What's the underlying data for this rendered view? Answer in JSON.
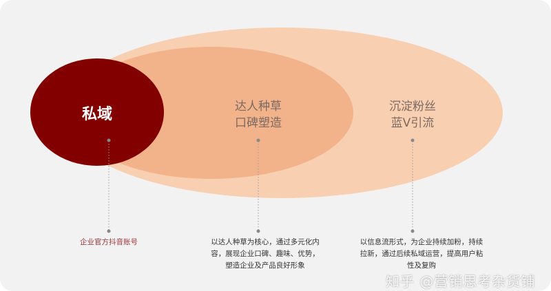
{
  "diagram": {
    "colors": {
      "outer": "#f8cfb0",
      "middle": "#f2b28a",
      "core": "#820000",
      "background": "#f2f2f2"
    },
    "core": {
      "title": "私域",
      "caption": "企业官方抖音账号"
    },
    "middle": {
      "title_line1": "达人种草",
      "title_line2": "口碑塑造",
      "caption_lines": [
        "以达人种草为核心，通过多元化内",
        "容，展现企业口碑、趣味、优势，",
        "塑造企业及产品良好形象"
      ]
    },
    "outer": {
      "title_line1": "沉淀粉丝",
      "title_line2": "蓝V引流",
      "caption_lines": [
        "以信息流形式，为企业持续加粉，持续",
        "拉新，通过后续私域运营，提高用户粘",
        "性及复购"
      ]
    }
  },
  "watermark": "知乎 @营销思考杂货铺"
}
